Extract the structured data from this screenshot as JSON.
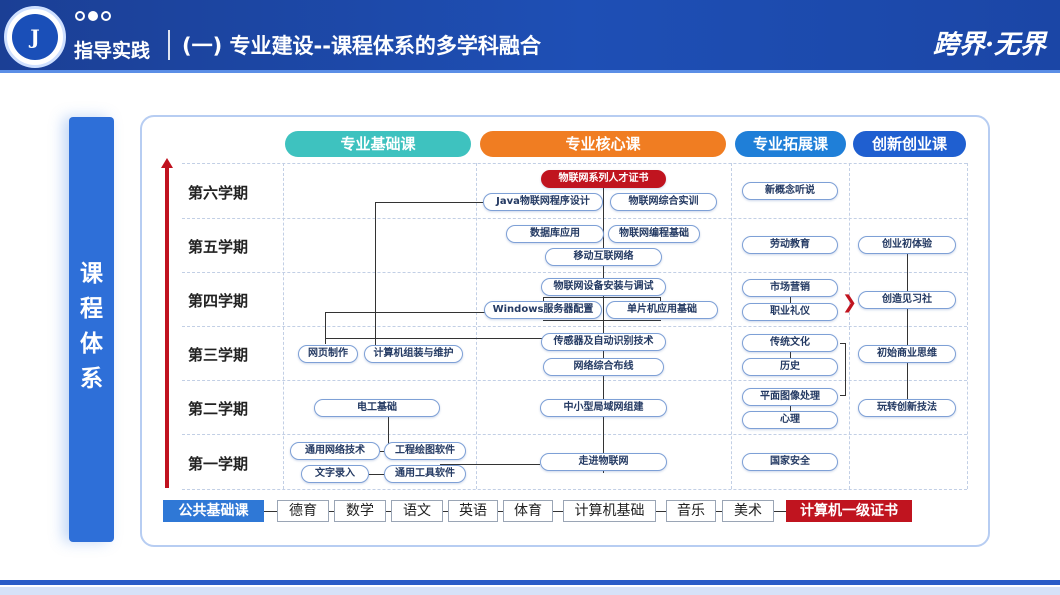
{
  "header": {
    "logo_text": "J",
    "section": "指导实践",
    "title": "(一) 专业建设--课程体系的多学科融合",
    "brand": "跨界·无界"
  },
  "sidebar": {
    "title": "课\n程\n体\n系"
  },
  "columns": [
    {
      "label": "专业基础课",
      "color": "#3ec2bf"
    },
    {
      "label": "专业核心课",
      "color": "#f07d22"
    },
    {
      "label": "专业拓展课",
      "color": "#1f7fd8"
    },
    {
      "label": "创新创业课",
      "color": "#1f5fd0"
    }
  ],
  "semesters": [
    "第六学期",
    "第五学期",
    "第四学期",
    "第三学期",
    "第二学期",
    "第一学期"
  ],
  "courses": {
    "cert": "物联网系列人才证书",
    "java": "Java物联网程序设计",
    "iot_training": "物联网综合实训",
    "database": "数据库应用",
    "iot_programming": "物联网编程基础",
    "mobile_net": "移动互联网络",
    "iot_install": "物联网设备安装与调试",
    "windows_server": "Windows服务器配置",
    "mcu": "单片机应用基础",
    "sensor": "传感器及自动识别技术",
    "network_wiring": "网络综合布线",
    "lan": "中小型局域网组建",
    "intro_iot": "走进物联网",
    "web": "网页制作",
    "pc_assembly": "计算机组装与维护",
    "electrician": "电工基础",
    "network_tech": "通用网络技术",
    "drawing_sw": "工程绘图软件",
    "typing": "文字录入",
    "tool_sw": "通用工具软件",
    "new_concept": "新概念听说",
    "labor": "劳动教育",
    "marketing": "市场营销",
    "etiquette": "职业礼仪",
    "culture": "传统文化",
    "history": "历史",
    "graphics": "平面图像处理",
    "psychology": "心理",
    "security": "国家安全",
    "startup_exp": "创业初体验",
    "create_club": "创造见习社",
    "business": "初始商业思维",
    "innovation": "玩转创新技法"
  },
  "public": {
    "label": "公共基础课",
    "items": [
      "德育",
      "数学",
      "语文",
      "英语",
      "体育",
      "计算机基础",
      "音乐",
      "美术"
    ],
    "cert": "计算机一级证书"
  },
  "colors": {
    "accent": "#1f5fd0",
    "red": "#c0141f"
  }
}
